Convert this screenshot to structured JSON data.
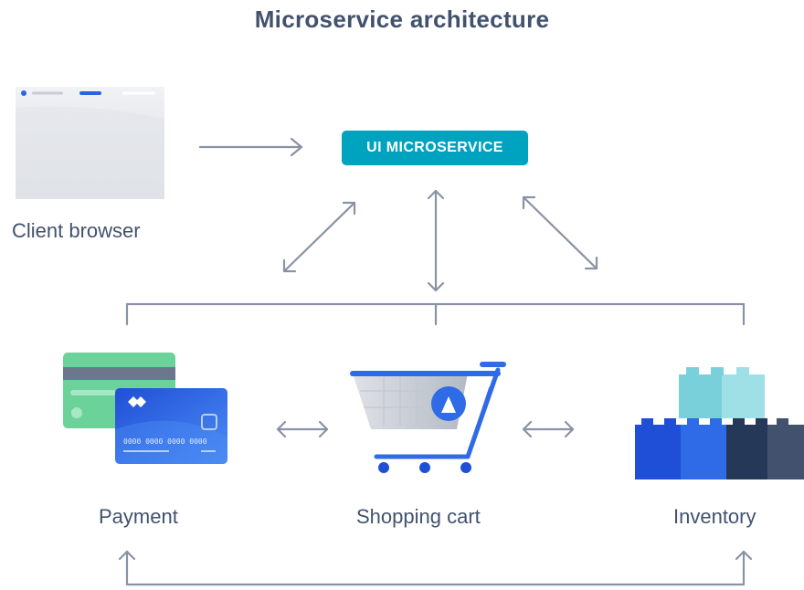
{
  "title": "Microservice architecture",
  "ui_microservice": {
    "label": "UI MICROSERVICE"
  },
  "nodes": {
    "client": "Client browser",
    "payment": "Payment",
    "cart": "Shopping cart",
    "inventory": "Inventory"
  },
  "colors": {
    "text": "#42526e",
    "accent": "#00a3bf",
    "connector": "#8993a4",
    "blue": "#1e64e0",
    "green": "#6bd39a",
    "teal_block": "#79d0db",
    "dark_block": "#253858"
  }
}
